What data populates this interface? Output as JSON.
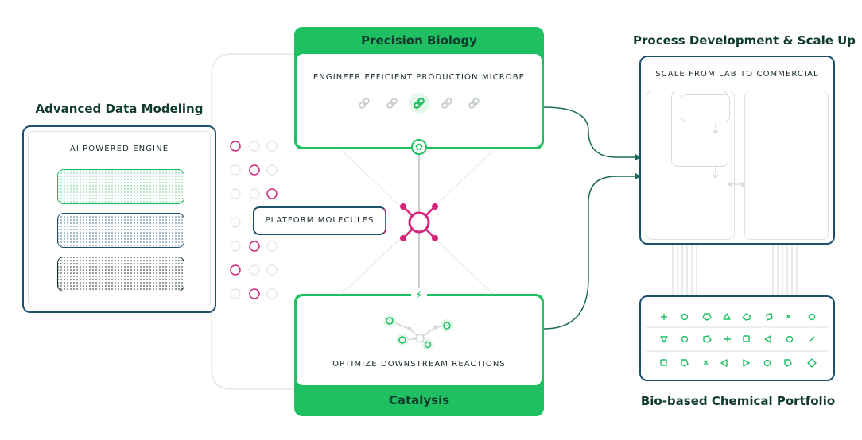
{
  "headings": {
    "precision_biology": "Precision Biology",
    "catalysis": "Catalysis",
    "advanced_data_modeling": "Advanced Data Modeling",
    "process_development": "Process Development & Scale Up",
    "bio_based_portfolio": "Bio-based Chemical Portfolio"
  },
  "panels": {
    "microbe": "ENGINEER EFFICIENT PRODUCTION MICROBE",
    "reactions": "OPTIMIZE DOWNSTREAM REACTIONS",
    "engine": "AI POWERED ENGINE",
    "scale": "SCALE FROM LAB TO COMMERCIAL",
    "platform": "PLATFORM MOLECULES"
  },
  "colors": {
    "green": "#1ec062",
    "navy": "#1d4f6e",
    "dark_green": "#0f3a2c",
    "magenta": "#d6247a",
    "light_gray": "#d6dbd8"
  },
  "icons": {
    "gear": "gear-icon",
    "bolt": "lightning-bolt-icon",
    "hub": "molecule-hub-icon",
    "chain": "link-icon"
  }
}
